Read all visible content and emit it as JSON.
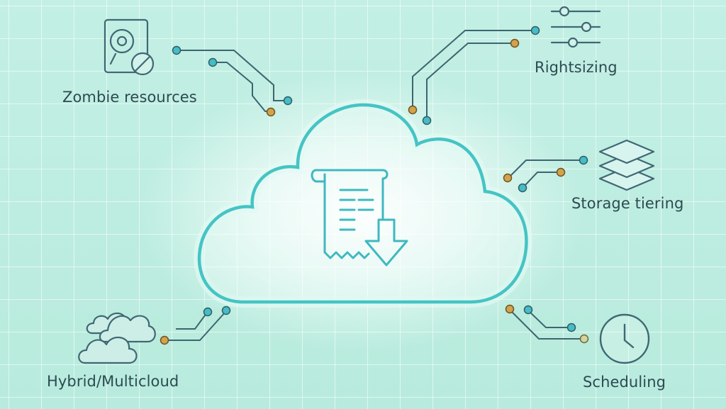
{
  "labels": {
    "zombie": "Zombie resources",
    "rightsizing": "Rightsizing",
    "storage": "Storage tiering",
    "hybrid": "Hybrid/Multicloud",
    "scheduling": "Scheduling"
  },
  "icons": {
    "center": "cloud-billing-download-icon",
    "zombie": "hard-drive-blocked-icon",
    "rightsizing": "sliders-icon",
    "storage": "stacked-layers-icon",
    "hybrid": "multi-cloud-icon",
    "scheduling": "clock-icon"
  },
  "colors": {
    "cloud_stroke": "#45c4c4",
    "icon_stroke": "#3f6873",
    "connector_line": "#3d6570",
    "node_teal": "#46bcc6",
    "node_gold": "#d4a24a"
  }
}
